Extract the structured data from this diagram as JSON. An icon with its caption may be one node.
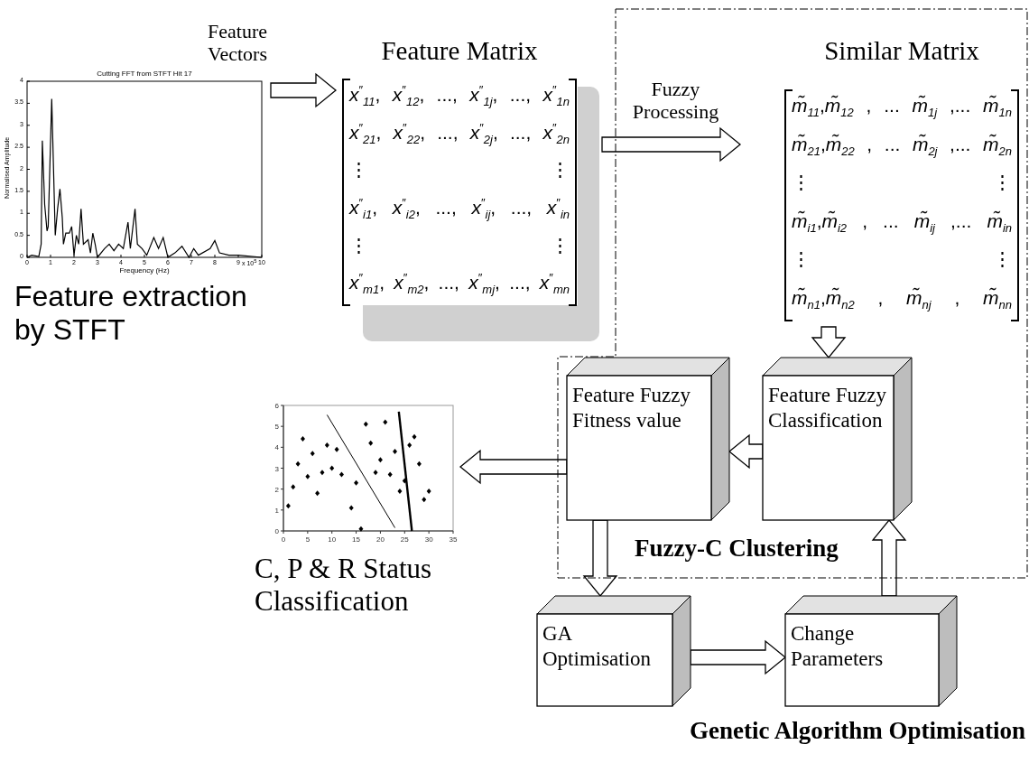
{
  "diagram": {
    "nodes": [
      {
        "text": [
          "Feature extraction by STFT"
        ]
      },
      {
        "text": [
          "Feature Matrix",
          "*x*$^{″}$$_{11}$, *x*$^{″}$$_{12}$, ..., *x*$^{″}$$_{1j}$, ..., *x*$^{″}$$_{1n}$",
          "*x*$^{″}$$_{21}$, *x*$^{″}$$_{22}$, ..., *x*$^{″}$$_{2j}$, ..., *x*$^{″}$$_{2n}$",
          "⋮ ⋮",
          "*x*$^{″}$$_{i1}$, *x*$^{″}$$_{i2}$, ..., *x*$^{″}$$_{ij}$, ..., *x*$^{″}$$_{in}$",
          "⋮ ⋮",
          "*x*$^{″}$$_{m1}$, *x*$^{″}$$_{m2}$, ..., *x*$^{″}$$_{mj}$, ..., *x*$^{″}$$_{mn}$"
        ]
      },
      {
        "text": [
          "Fuzzy-C Clustering"
        ]
      },
      {
        "text": [
          "Similar Matrix",
          "*m̃*$_{11}$,*m̃*$_{12}$ , ... *m̃*$_{1j}$ ,... *m̃*$_{1n}$",
          "*m̃*$_{21}$,*m̃*$_{22}$ , ... *m̃*$_{2j}$ ,... *m̃*$_{2n}$",
          "⋮ ⋮",
          "*m̃*$_{i1}$,*m̃*$_{i2}$ , ... *m̃*$_{ij}$ ,... *m̃*$_{in}$",
          "⋮ ⋮",
          "*m̃*$_{n1}$,*m̃*$_{n2}$ , *m̃*$_{nj}$ , *m̃*$_{nn}$"
        ],
        "in": 2
      },
      {
        "text": [
          "Feature Fuzzy Fitness value"
        ],
        "in": 2
      },
      {
        "text": [
          "Feature Fuzzy Classification"
        ],
        "in": 2
      },
      {
        "text": [
          "C, P & R Status Classification"
        ]
      },
      {
        "text": [
          "GA Optimisation"
        ]
      },
      {
        "text": [
          "Change Parameters"
        ]
      }
    ],
    "edges": [
      {
        "from": 0,
        "to": 1,
        "arrow": "to",
        "label": "Feature Vectors"
      },
      {
        "from": 1,
        "to": 3,
        "arrow": "to",
        "label": "Fuzzy Processing"
      },
      {
        "from": 3,
        "to": 5,
        "arrow": "to"
      },
      {
        "from": 5,
        "to": 4,
        "arrow": "to"
      },
      {
        "from": 4,
        "to": 6,
        "arrow": "to"
      },
      {
        "from": 4,
        "to": 7,
        "arrow": "to"
      },
      {
        "from": 7,
        "to": 8,
        "arrow": "to"
      },
      {
        "from": 8,
        "to": 5,
        "arrow": "to"
      }
    ],
    "labels": [
      "Genetic Algorithm Optimisation",
      "Cutting FFT from STFT Hit 17",
      "Normalised Amplitude",
      "Frequency (Hz)",
      "x 10$^{5}$",
      "0",
      "0.5",
      "1",
      "1.5",
      "2",
      "2.5",
      "3",
      "3.5",
      "4",
      "0",
      "1",
      "2",
      "3",
      "4",
      "5",
      "6",
      "7",
      "8",
      "9",
      "10"
    ],
    "chart_data": {
      "type": "scatter",
      "x": [
        1,
        2,
        3,
        4,
        5,
        6,
        7,
        8,
        9,
        10,
        11,
        12,
        14,
        15,
        16,
        17,
        18,
        19,
        20,
        21,
        22,
        23,
        24,
        25,
        26,
        27,
        28,
        29,
        30
      ],
      "series": [
        {
          "color": "#000000",
          "values": [
            1.2,
            2.1,
            3.2,
            4.4,
            2.6,
            3.7,
            1.8,
            2.8,
            4.1,
            3.0,
            3.9,
            2.7,
            1.1,
            2.3,
            0.1,
            5.1,
            4.2,
            2.8,
            3.4,
            5.2,
            2.7,
            3.8,
            1.9,
            2.4,
            4.1,
            4.5,
            3.2,
            1.5,
            1.9
          ]
        }
      ],
      "xlim": [
        0,
        35
      ],
      "ylim": [
        0,
        6
      ],
      "xticks": [
        0,
        5,
        10,
        15,
        20,
        25,
        30,
        35
      ],
      "yticks": [
        0,
        1,
        2,
        3,
        4,
        5,
        6
      ]
    }
  }
}
